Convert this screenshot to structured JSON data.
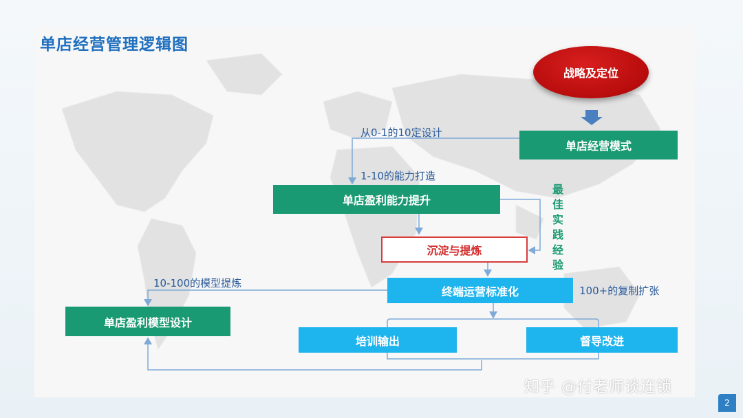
{
  "title": "单店经营管理逻辑图",
  "nodes": {
    "strategy": "战略及定位",
    "single_store_model": "单店经营模式",
    "profit_capability": "单店盈利能力提升",
    "distill": "沉淀与提炼",
    "terminal_standard": "终端运营标准化",
    "profit_model_design": "单店盈利模型设计",
    "training": "培训输出",
    "supervision": "督导改进"
  },
  "labels": {
    "zero_to_one": "从0-1的10定设计",
    "one_to_ten": "1-10的能力打造",
    "ten_to_hundred": "10-100的模型提炼",
    "hundred_plus": "100+的复制扩张",
    "best_practice": "最佳实践经验"
  },
  "watermark": "知乎 @付老师谈连锁",
  "page_number": "2",
  "colors": {
    "title": "#1f6fbf",
    "green": "#1a9a72",
    "blue": "#1eb4ee",
    "red": "#c00d0d",
    "line": "#7faad8"
  }
}
